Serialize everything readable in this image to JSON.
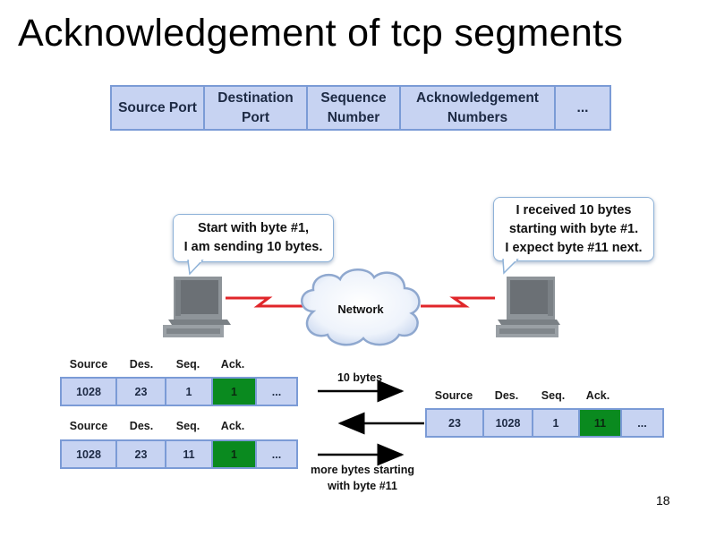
{
  "title": "Acknowledgement of tcp segments",
  "header_fields": [
    "Source Port",
    "Destination Port",
    "Sequence Number",
    "Acknowledgement Numbers",
    "..."
  ],
  "sender_bubble": {
    "line1": "Start with byte #1,",
    "line2": "I am sending 10 bytes."
  },
  "receiver_bubble": {
    "line1": "I received 10 bytes",
    "line2": "starting with byte #1.",
    "line3": "I expect byte #11 next."
  },
  "network_label": "Network",
  "segment_columns": [
    "Source",
    "Des.",
    "Seq.",
    "Ack."
  ],
  "segments": {
    "first": [
      "1028",
      "23",
      "1",
      "1",
      "..."
    ],
    "reply": [
      "23",
      "1028",
      "1",
      "11",
      "..."
    ],
    "second": [
      "1028",
      "23",
      "11",
      "1",
      "..."
    ]
  },
  "arrows": {
    "first_label": "10 bytes",
    "third_label_line1": "more bytes starting",
    "third_label_line2": "with byte #11"
  },
  "page_number": "18",
  "colors": {
    "cell_fill": "#c7d3f2",
    "cell_border": "#7b9bd6",
    "ack_fill": "#0a8a1f",
    "link_red": "#e0262a"
  }
}
